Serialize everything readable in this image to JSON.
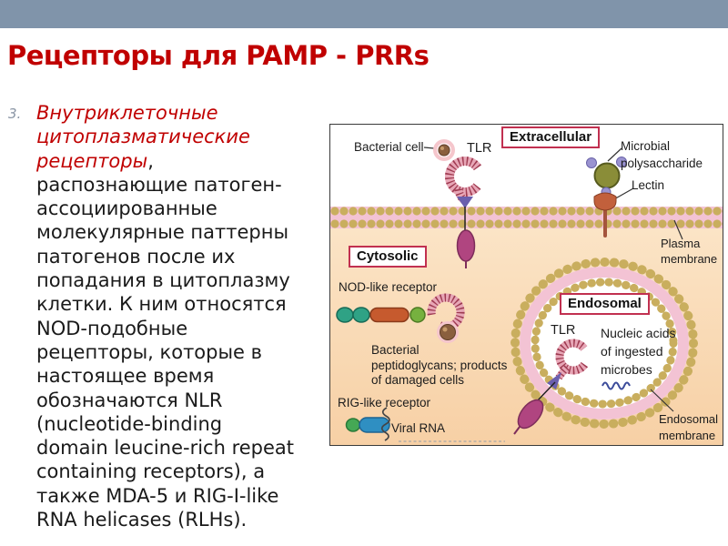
{
  "slide": {
    "title": "Рецепторы для PAMP - PRRs",
    "bullet": {
      "number": "3.",
      "lead_italic_red": "Внутриклеточные\nцитоплазматические\nрецепторы",
      "rest_black": ",\nраспознающие патоген-\nассоциированные\nмолекулярные паттерны\nпатогенов после их\nпопадания в цитоплазму\nклетки. К ним относятся\nNOD-подобные\nрецепторы, которые в\nнастоящее время\nобозначаются NLR\n(nucleotide-binding\ndomain leucine-rich repeat\ncontaining receptors), а\nтакже MDA-5 и RIG-I-like\nRNA helicases (RLHs)."
    },
    "colors": {
      "header_bar": "#8094aa",
      "title_red": "#c00000"
    }
  },
  "diagram": {
    "region_labels": {
      "extracellular": "Extracellular",
      "cytosolic": "Cytosolic",
      "endosomal": "Endosomal"
    },
    "labels": {
      "bacterial_cell": "Bacterial cell",
      "tlr_plasma": "TLR",
      "microbial_polysaccharide": "Microbial\npolysaccharide",
      "lectin": "Lectin",
      "plasma_membrane": "Plasma\nmembrane",
      "nod_like_receptor": "NOD-like receptor",
      "bacterial_peptidoglycans": "Bacterial\npeptidoglycans; products\nof damaged cells",
      "rig_like_receptor": "RIG-like receptor",
      "viral_rna": "Viral RNA",
      "tlr_endosomal": "TLR",
      "nucleic_acids": "Nucleic acids\nof ingested\nmicrobes",
      "endosomal_membrane": "Endosomal\nmembrane"
    },
    "colors": {
      "membrane_dot": "#c9ae5e",
      "membrane_band": "#f3c3d4",
      "tlr_pink": "#e7a6b6",
      "tlr_stripe": "#9e3a50",
      "receptor_magenta": "#b04580",
      "adapter_purple": "#6a5fae",
      "polysaccharide_olive": "#8a8d38",
      "lectin_rust": "#c2603c",
      "nod_teal": "#2fa285",
      "nod_orange": "#c65a2e",
      "nod_green": "#76b13f",
      "rig_blue": "#2f8fc2",
      "rig_green": "#45a855",
      "microbe_brown": "#8a5f3e",
      "box_border_red": "#c13050"
    }
  }
}
